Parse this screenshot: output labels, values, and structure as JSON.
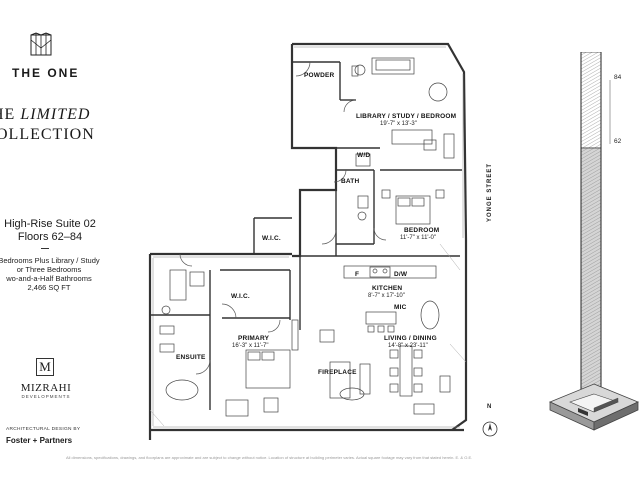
{
  "brand": {
    "name": "THE ONE"
  },
  "collection": {
    "line1_prefix": "HE ",
    "line1_italic": "LIMITED",
    "line2": "OLLECTION"
  },
  "suite": {
    "title": "High-Rise Suite 02",
    "floors": "Floors 62–84",
    "desc_1": "Bedrooms Plus Library / Study",
    "desc_2": "or Three Bedrooms",
    "desc_3": "wo-and-a-Half Bathrooms",
    "area": "2,466 SQ FT"
  },
  "developer": {
    "mark": "M",
    "name": "MIZRAHI",
    "sub": "DEVELOPMENTS"
  },
  "architect": {
    "label": "ARCHITECTURAL DESIGN BY",
    "name": "Foster + Partners"
  },
  "rooms": {
    "powder": "POWDER",
    "library": "LIBRARY / STUDY / BEDROOM",
    "library_dim": "19'-7\" x 13'-3\"",
    "wd": "W/D",
    "bath": "BATH",
    "bedroom": "BEDROOM",
    "bedroom_dim": "11'-7\" x 11'-0\"",
    "wic_1": "W.I.C.",
    "f": "F",
    "dw": "D/W",
    "kitchen": "KITCHEN",
    "kitchen_dim": "8'-7\" x 17'-10\"",
    "wic_2": "W.I.C.",
    "mic": "MIC",
    "primary": "PRIMARY",
    "primary_dim": "16'-3\" x 11'-7\"",
    "living": "LIVING / DINING",
    "living_dim": "14'-8\" x 23'-11\"",
    "ensuite": "ENSUITE",
    "fireplace": "FIREPLACE"
  },
  "street": "YONGE STREET",
  "tower": {
    "floor_top": "84",
    "floor_bottom": "62"
  },
  "north": "N",
  "disclaimer": "All dimensions, specifications, drawings, and floorplans are approximate and are subject to change without notice. Location of structure at building perimeter varies. Actual square footage may vary from that stated herein. E. & O.E."
}
